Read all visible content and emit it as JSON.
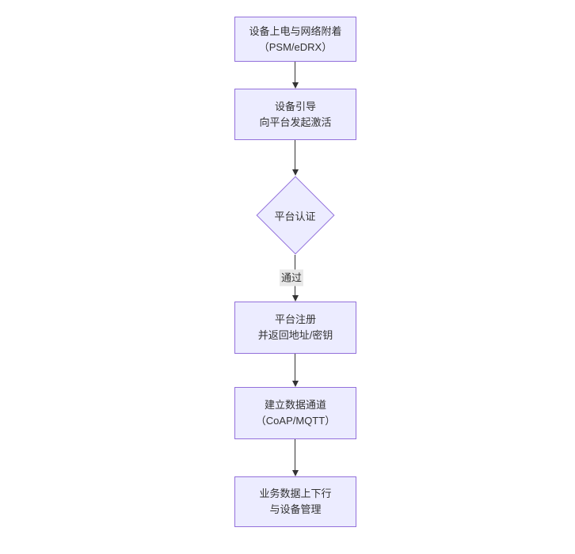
{
  "diagram": {
    "type": "flowchart-vertical",
    "colors": {
      "node_fill": "#ECECFF",
      "node_border": "#9370DB",
      "edge_color": "#333333",
      "edge_label_bg": "#e8e8e8",
      "text_color": "#333333",
      "background": "#ffffff"
    },
    "nodes": [
      {
        "id": "n1",
        "shape": "rect",
        "lines": [
          "设备上电与网络附着",
          "（PSM/eDRX）"
        ]
      },
      {
        "id": "n2",
        "shape": "rect",
        "lines": [
          "设备引导",
          "向平台发起激活"
        ]
      },
      {
        "id": "d1",
        "shape": "diamond",
        "lines": [
          "平台认证"
        ]
      },
      {
        "id": "n3",
        "shape": "rect",
        "lines": [
          "平台注册",
          "并返回地址/密钥"
        ]
      },
      {
        "id": "n4",
        "shape": "rect",
        "lines": [
          "建立数据通道",
          "（CoAP/MQTT）"
        ]
      },
      {
        "id": "n5",
        "shape": "rect",
        "lines": [
          "业务数据上下行",
          "与设备管理"
        ]
      }
    ],
    "edges": [
      {
        "from": "n1",
        "to": "n2",
        "label": ""
      },
      {
        "from": "n2",
        "to": "d1",
        "label": ""
      },
      {
        "from": "d1",
        "to": "n3",
        "label": "通过"
      },
      {
        "from": "n3",
        "to": "n4",
        "label": ""
      },
      {
        "from": "n4",
        "to": "n5",
        "label": ""
      }
    ]
  }
}
